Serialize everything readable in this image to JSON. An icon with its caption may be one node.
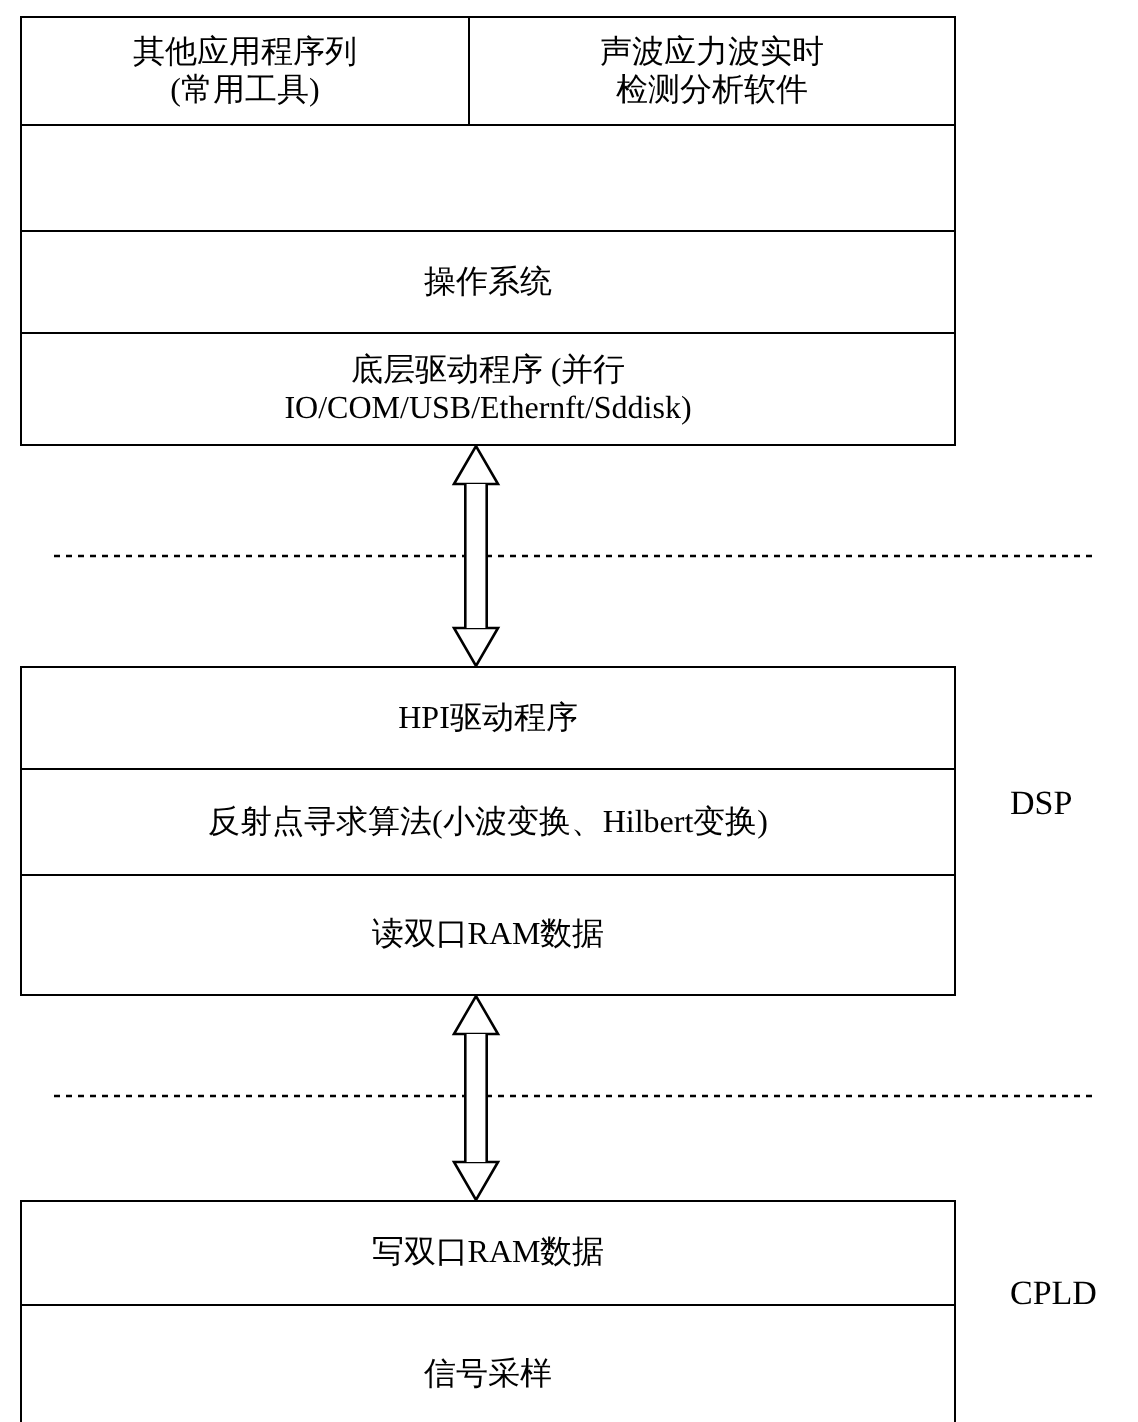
{
  "diagram": {
    "nodes": [
      {
        "text": [
          "其他应用程序列 (常用工具)"
        ]
      },
      {
        "text": [
          "声波应力波实时检测分析软件"
        ]
      },
      {
        "text": [],
        "shape": "box"
      },
      {
        "text": [
          "操作系统"
        ]
      },
      {
        "text": [
          "底层驱动程序 (并行IO/COM/USB/Ethernft/Sddisk)"
        ]
      },
      {
        "text": [
          "HPI驱动程序"
        ]
      },
      {
        "text": [
          "反射点寻求算法(小波变换、Hilbert变换)"
        ]
      },
      {
        "text": [
          "读双口RAM数据"
        ]
      },
      {
        "text": [
          "写双口RAM数据"
        ]
      },
      {
        "text": [
          "信号采样"
        ]
      }
    ],
    "edges": [
      {
        "from": 4,
        "to": 5,
        "arrow": "both"
      },
      {
        "from": 7,
        "to": 8,
        "arrow": "both"
      }
    ],
    "labels": [
      "DSP",
      "CPLD"
    ]
  }
}
